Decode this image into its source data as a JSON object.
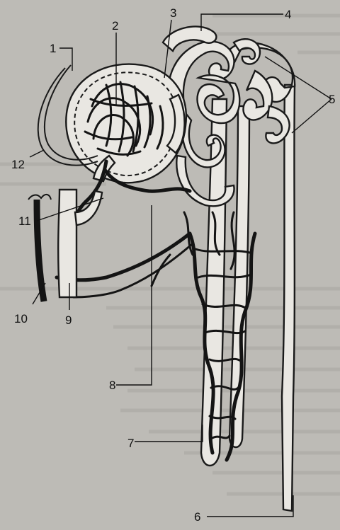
{
  "figure": {
    "labels": [
      {
        "id": "l1",
        "text": "1"
      },
      {
        "id": "l2",
        "text": "2"
      },
      {
        "id": "l3",
        "text": "3"
      },
      {
        "id": "l4",
        "text": "4"
      },
      {
        "id": "l5",
        "text": "5"
      },
      {
        "id": "l6",
        "text": "6"
      },
      {
        "id": "l7",
        "text": "7"
      },
      {
        "id": "l8",
        "text": "8"
      },
      {
        "id": "l9",
        "text": "9"
      },
      {
        "id": "l10",
        "text": "10"
      },
      {
        "id": "l11",
        "text": "11"
      },
      {
        "id": "l12",
        "text": "12"
      }
    ]
  },
  "colors": {
    "paper": "#bdbbb6",
    "ink": "#141414",
    "tube_fill": "#e9e7e2"
  }
}
